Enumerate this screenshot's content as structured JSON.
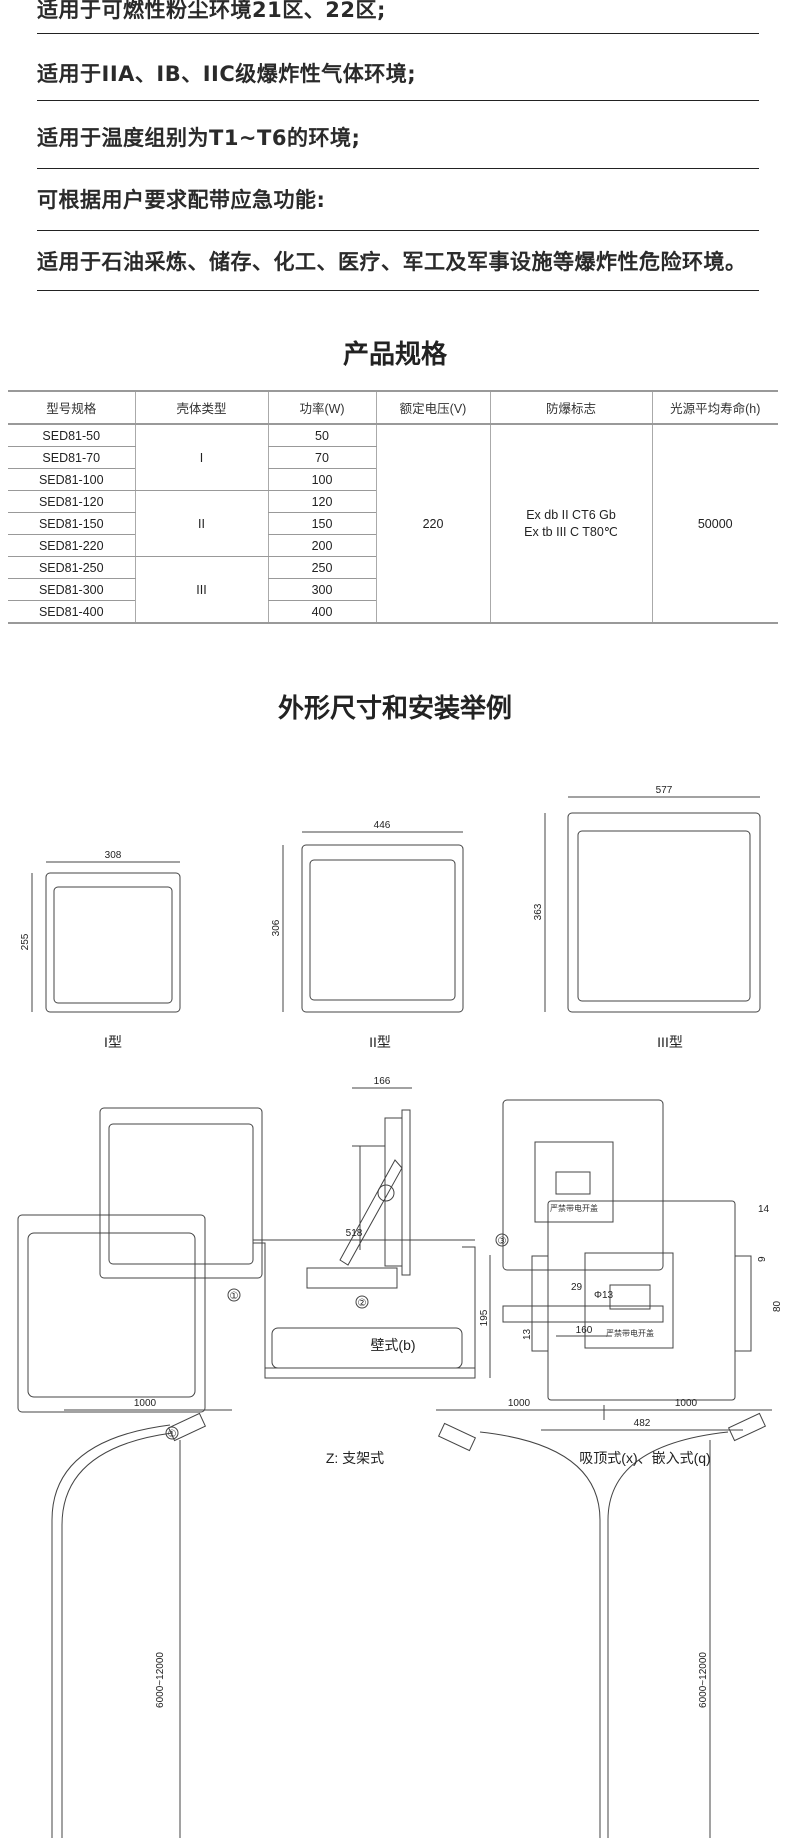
{
  "features": [
    "适用于可燃性粉尘环境21区、22区;",
    "适用于IIA、IB、IIC级爆炸性气体环境;",
    "适用于温度组别为T1~T6的环境;",
    "可根据用户要求配带应急功能:",
    "适用于石油采炼、储存、化工、医疗、军工及军事设施等爆炸性危险环境。"
  ],
  "spec": {
    "title": "产品规格",
    "headers": [
      "型号规格",
      "壳体类型",
      "功率(W)",
      "额定电压(V)",
      "防爆标志",
      "光源平均寿命(h)"
    ],
    "models": [
      "SED81-50",
      "SED81-70",
      "SED81-100",
      "SED81-120",
      "SED81-150",
      "SED81-220",
      "SED81-250",
      "SED81-300",
      "SED81-400"
    ],
    "types": [
      "I",
      "II",
      "III"
    ],
    "powers": [
      "50",
      "70",
      "100",
      "120",
      "150",
      "200",
      "250",
      "300",
      "400"
    ],
    "voltage": "220",
    "ex_marks": [
      "Ex db  II CT6 Gb",
      "Ex tb  III C T80℃"
    ],
    "life": "50000"
  },
  "dims": {
    "title": "外形尺寸和安装举例",
    "type_labels": [
      "I型",
      "II型",
      "III型"
    ],
    "type1": {
      "w": "308",
      "h": "255"
    },
    "type2": {
      "w": "446",
      "h": "306"
    },
    "type3": {
      "w": "577",
      "h": "363"
    },
    "wall": {
      "depth": "166",
      "a": "29",
      "hole": "Φ13",
      "b": "13",
      "c": "160",
      "label": "壁式(b)",
      "warn": "严禁带电开盖"
    },
    "bracket": {
      "w": "518",
      "h": "195",
      "label": "Z: 支架式"
    },
    "ceiling": {
      "w": "482",
      "a": "14",
      "b": "9",
      "c": "80",
      "label": "吸顶式(x)、嵌入式(q)",
      "warn": "严禁带电开盖"
    },
    "markers": [
      "①",
      "②",
      "③"
    ],
    "pole": {
      "arm": "1000",
      "height": "6000~12000"
    }
  }
}
